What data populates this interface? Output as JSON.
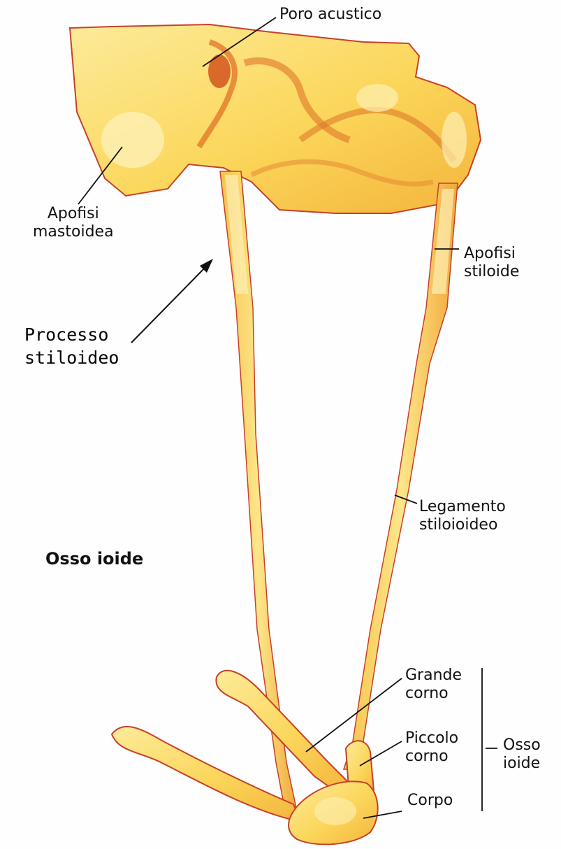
{
  "labels": {
    "poro_acustico": "Poro acustico",
    "apofisi_mastoidea": "Apofisi\nmastoidea",
    "apofisi_stiloide": "Apofisi\nstiloide",
    "processo_stiloideo": "Processo\nstiloideo",
    "legamento_stiloioideo": "Legamento\nstiloioideo",
    "osso_ioide_title": "Osso ioide",
    "grande_corno": "Grande\ncorno",
    "piccolo_corno": "Piccolo\ncorno",
    "corpo": "Corpo",
    "osso_ioide_bracket": "Osso\nioide"
  },
  "colors": {
    "bone_fill": "#fbd65a",
    "bone_light": "#fdeb9a",
    "bone_shadow": "#e07a2a",
    "outline": "#c8402a",
    "leader": "#111111"
  }
}
